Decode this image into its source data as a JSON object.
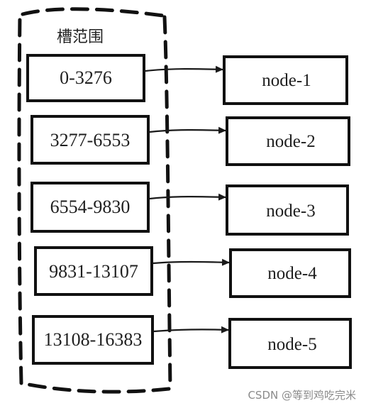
{
  "group_title": "槽范围",
  "slots": [
    "0-3276",
    "3277-6553",
    "6554-9830",
    "9831-13107",
    "13108-16383"
  ],
  "nodes": [
    "node-1",
    "node-2",
    "node-3",
    "node-4",
    "node-5"
  ],
  "watermark": "CSDN @等到鸡吃完米"
}
